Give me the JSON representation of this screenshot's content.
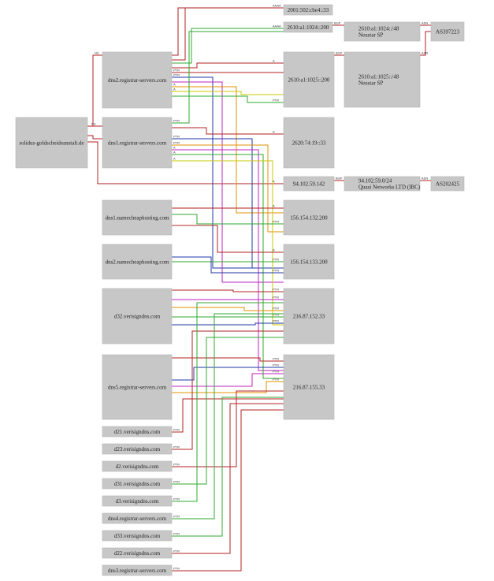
{
  "colors": {
    "red": "#b22222",
    "green": "#2fa82f",
    "blue": "#1f3aa8",
    "magenta": "#c020c0",
    "orange": "#e09000",
    "yellow": "#c8c800",
    "node_fill": "#c8c7c8"
  },
  "nodes": {
    "solidus": [
      "solidus-goldscheideanstalt.de"
    ],
    "dns2rs": [
      "dns2.registrar-servers.com"
    ],
    "dns1rs": [
      "dns1.registrar-servers.com"
    ],
    "dns1nc": [
      "dns1.namecheaphosting.com"
    ],
    "dns2nc": [
      "dns2.namecheaphosting.com"
    ],
    "d32": [
      "d32.verisigndns.com"
    ],
    "dns5rs": [
      "dns5.registrar-servers.com"
    ],
    "d21": [
      "d21.verisigndns.com"
    ],
    "d23": [
      "d23.verisigndns.com"
    ],
    "d2": [
      "d2.verisigndns.com"
    ],
    "d31": [
      "d31.verisigndns.com"
    ],
    "d3": [
      "d3.verisigndns.com"
    ],
    "dns4rs": [
      "dns4.registrar-servers.com"
    ],
    "d33": [
      "d33.verisigndns.com"
    ],
    "d22": [
      "d22.verisigndns.com"
    ],
    "dns3rs": [
      "dns3.registrar-servers.com"
    ],
    "ip2001": [
      "2001:502:cbe4::33"
    ],
    "ip2610a": [
      "2610:a1:1024::200"
    ],
    "ip2610b": [
      "2610:a1:1025::200"
    ],
    "ip2620": [
      "2620:74:19::33"
    ],
    "ip94": [
      "94.102.59.142"
    ],
    "ip156a": [
      "156.154.132.200"
    ],
    "ip156b": [
      "156.154.133.200"
    ],
    "ip216a": [
      "216.87.152.33"
    ],
    "ip216b": [
      "216.87.155.33"
    ],
    "net2610a": [
      "2610:a1:1024::/48",
      "Neustar SP"
    ],
    "net2610b": [
      "2610:a1:1025::/48",
      "Neustar SP"
    ],
    "net94": [
      "94.102.59.0/24",
      "Quasi Networks LTD (IBC)"
    ],
    "as397223": [
      "AS397223"
    ],
    "as202425": [
      "AS202425"
    ]
  },
  "edge_labels": {
    "ns": "NS",
    "a": "A",
    "aaaa": "AAAA",
    "ptr": "PTR",
    "bgp": "BGP",
    "asn": "ASN"
  }
}
